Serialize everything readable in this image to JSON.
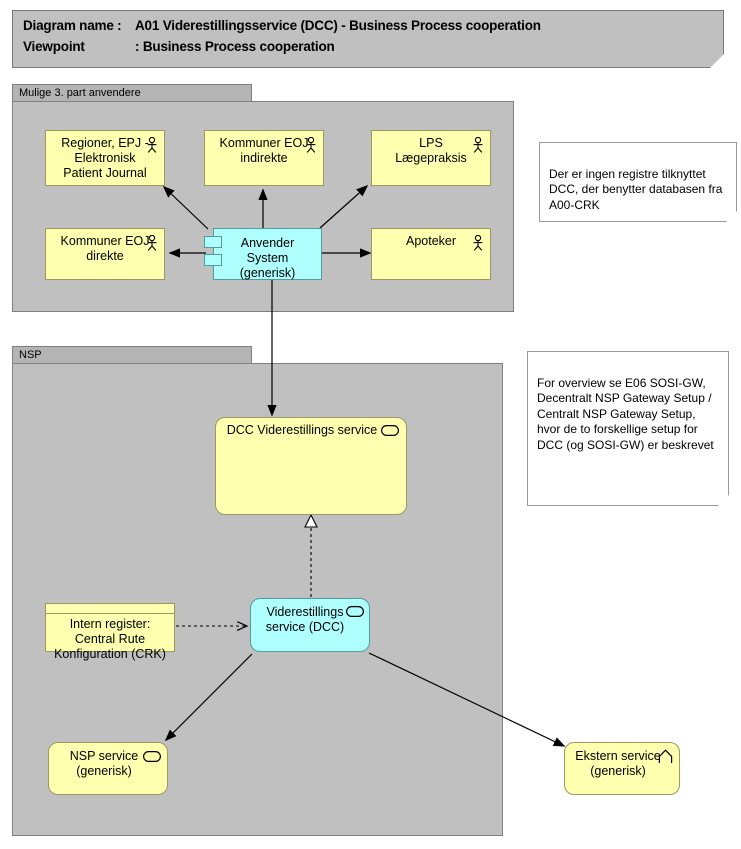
{
  "header": {
    "diagram_name_key": "Diagram name :",
    "diagram_name_value": "A01 Viderestillingsservice (DCC) - Business Process cooperation",
    "viewpoint_key": "Viewpoint",
    "viewpoint_value": ": Business Process cooperation"
  },
  "groups": [
    {
      "id": "third-party",
      "label": "Mulige 3. part anvendere"
    },
    {
      "id": "nsp",
      "label": "NSP"
    }
  ],
  "elements": {
    "regioner_epj": {
      "label": "Regioner, EPJ -\nElektronisk\nPatient Journal",
      "icon": "business-actor-icon"
    },
    "kommuner_indirekte": {
      "label": "Kommuner EOJ\nindirekte",
      "icon": "business-actor-icon"
    },
    "lps": {
      "label": "LPS\nLægepraksis",
      "icon": "business-actor-icon"
    },
    "kommuner_direkte": {
      "label": "Kommuner EOJ\ndirekte",
      "icon": "business-actor-icon"
    },
    "apoteker": {
      "label": "Apoteker",
      "icon": "business-actor-icon"
    },
    "anvender_system": {
      "label": "Anvender System\n(generisk)",
      "icon": "application-component-icon"
    },
    "dcc_videre_service": {
      "label": "DCC Viderestillings service",
      "icon": "service-rounded-icon"
    },
    "viderestillings_service_dcc": {
      "label": "Viderestillings\nservice (DCC)",
      "icon": "service-rounded-icon"
    },
    "intern_register_crk": {
      "label": "Intern register:\nCentral Rute\nKonfiguration (CRK)",
      "icon": "data-object-icon"
    },
    "nsp_service": {
      "label": "NSP service\n(generisk)",
      "icon": "service-rounded-icon"
    },
    "ekstern_service": {
      "label": "Ekstern service\n(generisk)",
      "icon": "technology-service-icon"
    }
  },
  "notes": [
    {
      "id": "note-registre",
      "text": "Der er ingen registre tilknyttet DCC, der benytter databasen fra A00-CRK"
    },
    {
      "id": "note-overview",
      "text": "For overview se E06 SOSI-GW, Decentralt NSP Gateway Setup / Centralt NSP Gateway Setup, hvor de to forskellige setup for DCC (og SOSI-GW) er beskrevet"
    }
  ],
  "colors": {
    "group_fill": "#c0c0c0",
    "group_tab": "#b4b4b4",
    "yellow_fill": "#ffffb0",
    "yellow_border": "#9a9a60",
    "cyan_fill": "#b0ffff",
    "cyan_border": "#4f9e9e",
    "note_fill": "#ffffff",
    "line": "#000000"
  }
}
